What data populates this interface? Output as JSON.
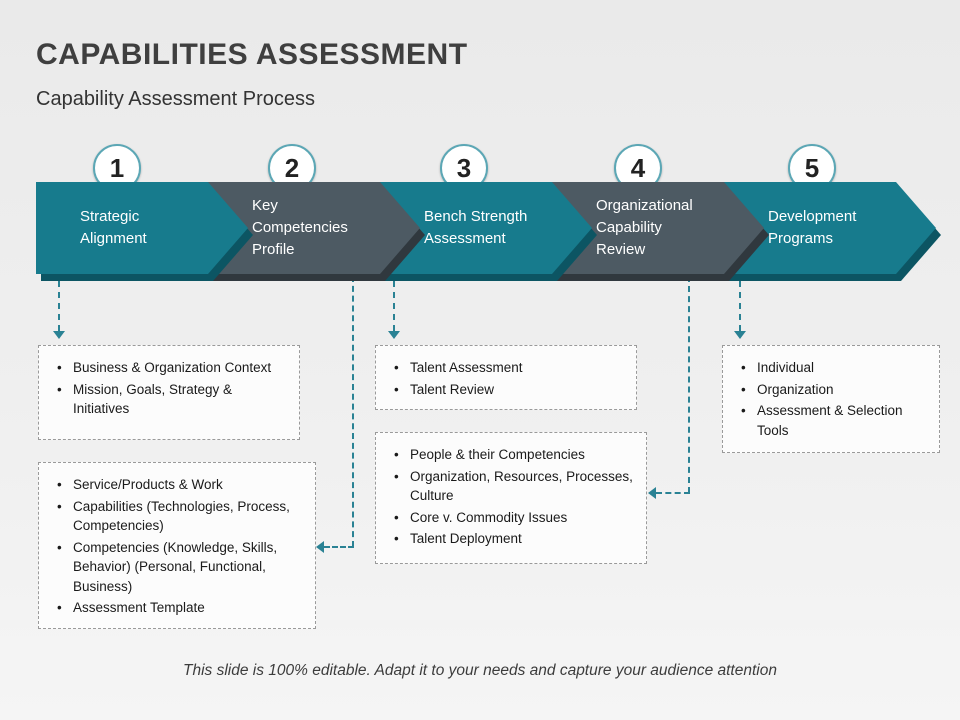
{
  "title": "CAPABILITIES ASSESSMENT",
  "subtitle": "Capability Assessment Process",
  "colors": {
    "teal": "#177b8d",
    "teal_shadow": "#0c5563",
    "dark_gray": "#4d5a63",
    "dark_gray_shadow": "#30383e",
    "connector": "#2a8294"
  },
  "steps": [
    {
      "number": "1",
      "label": "Strategic Alignment"
    },
    {
      "number": "2",
      "label": "Key Competencies Profile"
    },
    {
      "number": "3",
      "label": "Bench Strength Assessment"
    },
    {
      "number": "4",
      "label": "Organizational Capability Review"
    },
    {
      "number": "5",
      "label": "Development Programs"
    }
  ],
  "boxes": [
    {
      "bullets": [
        "Business & Organization Context",
        "Mission, Goals, Strategy & Initiatives"
      ]
    },
    {
      "bullets": [
        "Talent Assessment",
        "Talent Review"
      ]
    },
    {
      "bullets": [
        "Individual",
        "Organization",
        "Assessment & Selection Tools"
      ]
    },
    {
      "bullets": [
        "Service/Products  & Work",
        "Capabilities (Technologies, Process, Competencies)",
        "Competencies (Knowledge, Skills, Behavior) (Personal, Functional,  Business)",
        "Assessment Template"
      ]
    },
    {
      "bullets": [
        "People & their Competencies",
        "Organization, Resources, Processes, Culture",
        "Core v. Commodity  Issues",
        "Talent Deployment"
      ]
    }
  ],
  "footer": "This slide is 100% editable. Adapt it to your needs and capture your audience attention"
}
